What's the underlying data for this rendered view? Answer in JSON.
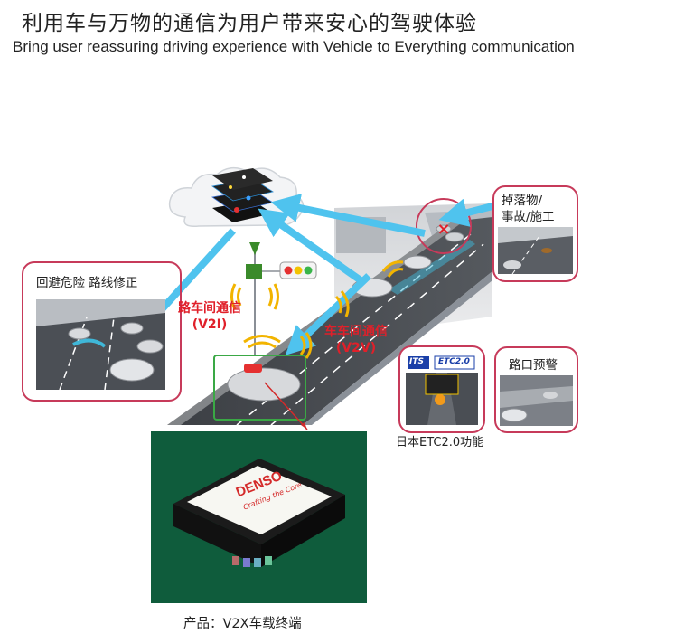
{
  "title_cn": "利用车与万物的通信为用户带来安心的驾驶体验",
  "title_en": "Bring user reassuring driving experience with Vehicle to Everything communication",
  "labels": {
    "v2i_cn": "路车间通信",
    "v2i_en": "(V2I)",
    "v2v_cn": "车车间通信",
    "v2v_en": "(V2V)"
  },
  "panels": {
    "avoid_danger": "回避危险 路线修正",
    "debris_line1": "掉落物/",
    "debris_line2": "事故/施工",
    "intersection": "路口预警",
    "etc_caption": "日本ETC2.0功能",
    "etc_logo_its": "ITS",
    "etc_logo_etc": "ETC2.0"
  },
  "product": {
    "brand": "DENSO",
    "slogan": "Crafting the Core",
    "caption": "产品：V2X车载终端"
  },
  "colors": {
    "accent_red": "#e0202a",
    "panel_border": "#c73a5a",
    "arrow_blue": "#4fc3ee",
    "signal_green": "#3a8a2a",
    "wave_yellow": "#f2b400"
  }
}
